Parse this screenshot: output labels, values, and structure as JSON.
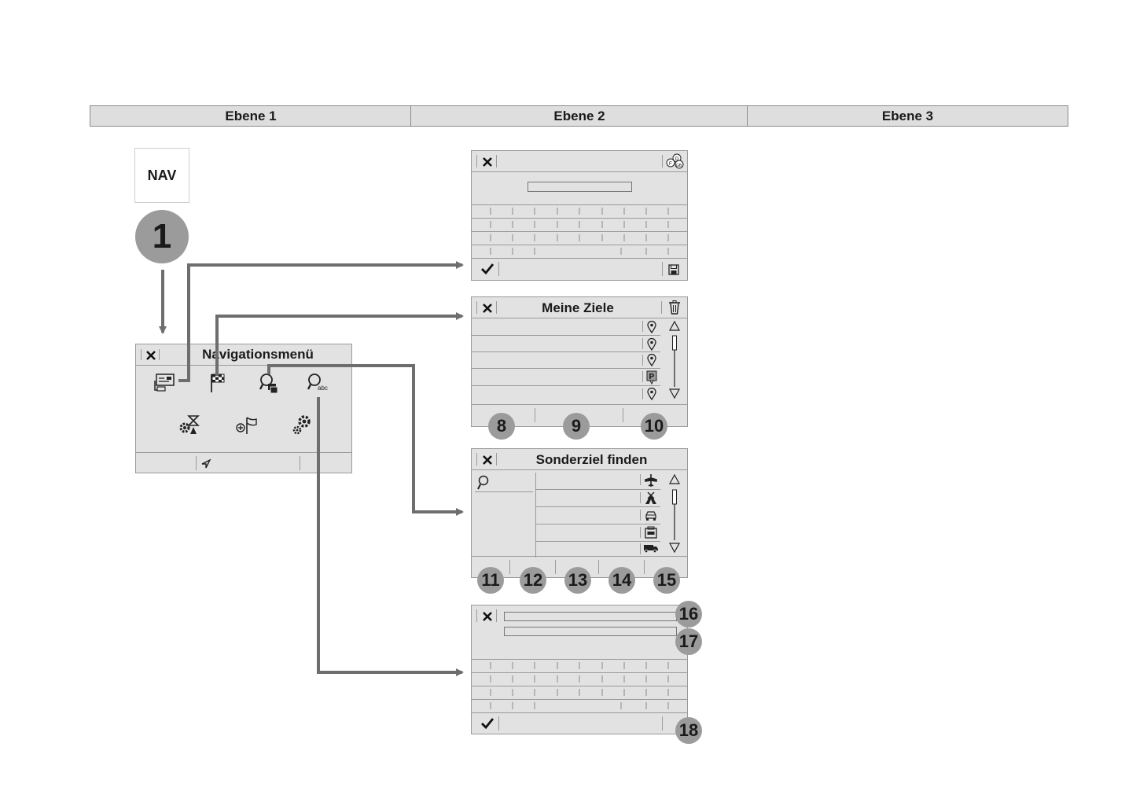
{
  "columns": [
    "Ebene 1",
    "Ebene 2",
    "Ebene 3"
  ],
  "nav_button_label": "NAV",
  "step_badge": "1",
  "nav_menu": {
    "title": "Navigationsmenü",
    "icons": [
      "address-entry-icon",
      "destination-flag-icon",
      "poi-search-icon",
      "text-search-icon",
      "route-options-icon",
      "waypoint-flag-icon",
      "settings-icon",
      "map-direction-icon"
    ]
  },
  "screen_address": {
    "icons": [
      "close-icon",
      "language-selector-icon",
      "confirm-check-icon",
      "save-icon"
    ]
  },
  "screen_my_destinations": {
    "title": "Meine Ziele",
    "row_icons": [
      "location-pin-icon",
      "location-pin-icon",
      "location-pin-icon",
      "parking-icon",
      "location-pin-icon"
    ],
    "badges": [
      "8",
      "9",
      "10"
    ]
  },
  "screen_poi": {
    "title": "Sonderziel finden",
    "row_icons": [
      "airport-icon",
      "camping-icon",
      "car-icon",
      "hotel-icon",
      "truck-icon"
    ],
    "badges": [
      "11",
      "12",
      "13",
      "14",
      "15"
    ]
  },
  "screen_search": {
    "badges": [
      "16",
      "17",
      "18"
    ]
  },
  "colors": {
    "screen_bg": "#e2e2e2",
    "badge": "#9b9b9b",
    "arrow": "#6e6e6e",
    "header_bg": "#dedede"
  }
}
